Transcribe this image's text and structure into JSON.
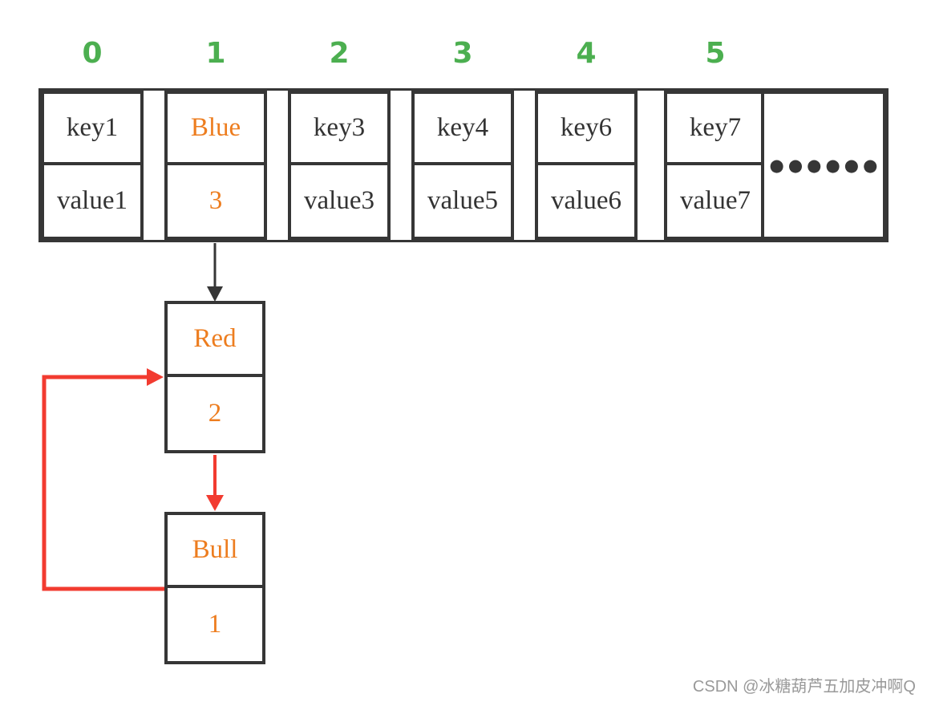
{
  "colors": {
    "index_green": "#4caf50",
    "highlight_orange": "#ed7d1f",
    "arrow_red": "#f23b30",
    "line_dark": "#363636",
    "cell_text": "#333333",
    "watermark_gray": "#999999",
    "background": "#ffffff"
  },
  "hash_table": {
    "indices": [
      "0",
      "1",
      "2",
      "3",
      "4",
      "5"
    ],
    "buckets": [
      {
        "key": "key1",
        "value": "value1",
        "highlighted": false
      },
      {
        "key": "Blue",
        "value": "3",
        "highlighted": true
      },
      {
        "key": "key3",
        "value": "value3",
        "highlighted": false
      },
      {
        "key": "key4",
        "value": "value5",
        "highlighted": false
      },
      {
        "key": "key6",
        "value": "value6",
        "highlighted": false
      },
      {
        "key": "key7",
        "value": "value7",
        "highlighted": false
      }
    ],
    "ellipsis": "●●●●●●"
  },
  "linked_list": {
    "nodes": [
      {
        "key": "Red",
        "value": "2"
      },
      {
        "key": "Bull",
        "value": "1"
      }
    ]
  },
  "watermark": "CSDN @冰糖葫芦五加皮冲啊Q"
}
